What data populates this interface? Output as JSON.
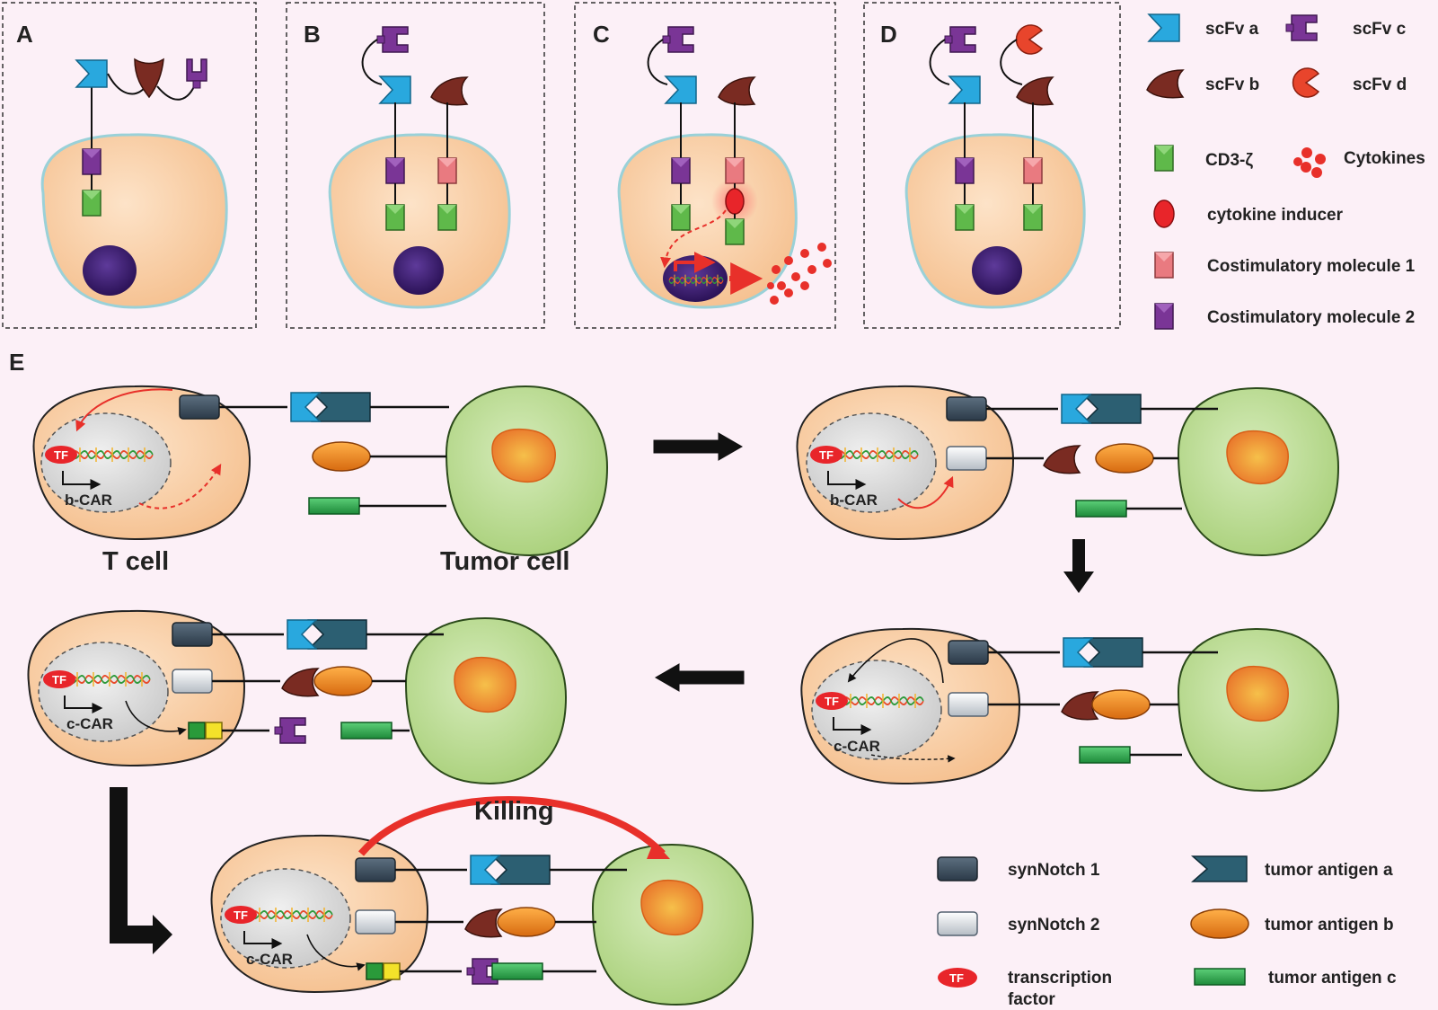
{
  "panels": {
    "a": "A",
    "b": "B",
    "c": "C",
    "d": "D",
    "e": "E"
  },
  "legend_top": {
    "scfv_a": "scFv a",
    "scfv_b": "scFv b",
    "scfv_c": "scFv c",
    "scfv_d": "scFv d",
    "cd3z": "CD3-ζ",
    "cytokines": "Cytokines",
    "cytokine_inducer": "cytokine inducer",
    "costim1": "Costimulatory molecule 1",
    "costim2": "Costimulatory molecule 2"
  },
  "panel_e": {
    "t_cell": "T cell",
    "tumor_cell": "Tumor cell",
    "tf": "TF",
    "b_car": "b-CAR",
    "c_car": "c-CAR",
    "killing": "Killing"
  },
  "legend_bottom": {
    "synnotch1": "synNotch 1",
    "synnotch2": "synNotch 2",
    "tf_line1": "transcription",
    "tf_line2": "factor",
    "antigen_a": "tumor antigen a",
    "antigen_b": "tumor antigen b",
    "antigen_c": "tumor antigen c"
  },
  "colors": {
    "scfv_a": "#29a8de",
    "scfv_b": "#7a2b22",
    "scfv_c": "#7a3596",
    "scfv_d": "#e8452c",
    "cd3z": "#5fb94a",
    "costim1": "#e97a80",
    "costim2": "#7a3596",
    "tcell": "#f8c79d",
    "tumor": "#b8d98f",
    "nucleus": "#3a1c6e",
    "red_arrow": "#e8302a"
  }
}
